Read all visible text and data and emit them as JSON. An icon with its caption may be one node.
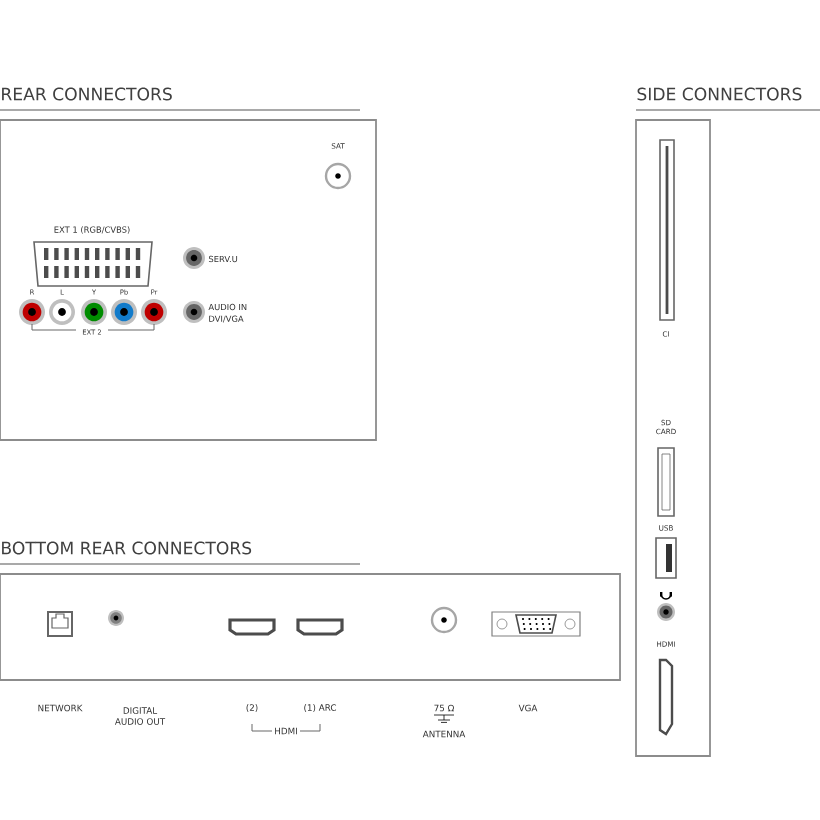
{
  "diagram": {
    "nodes": [
      {
        "text": [
          "REAR CONNECTORS"
        ]
      },
      {
        "text": [
          "BOTTOM REAR CONNECTORS"
        ]
      },
      {
        "text": [
          "SIDE CONNECTORS"
        ]
      }
    ],
    "labels": [
      "SAT",
      "EXT 1 (RGB/CVBS)",
      "SERV.U",
      "R",
      "L",
      "Y",
      "Pb",
      "Pr",
      "AUDIO IN",
      "DVI/VGA",
      "EXT 2",
      "NETWORK",
      "DIGITAL AUDIO OUT",
      "(2)",
      "(1) ARC",
      "HDMI",
      "75 Ω",
      "ANTENNA",
      "VGA",
      "CI",
      "SD CARD",
      "USB",
      "HDMI"
    ]
  }
}
